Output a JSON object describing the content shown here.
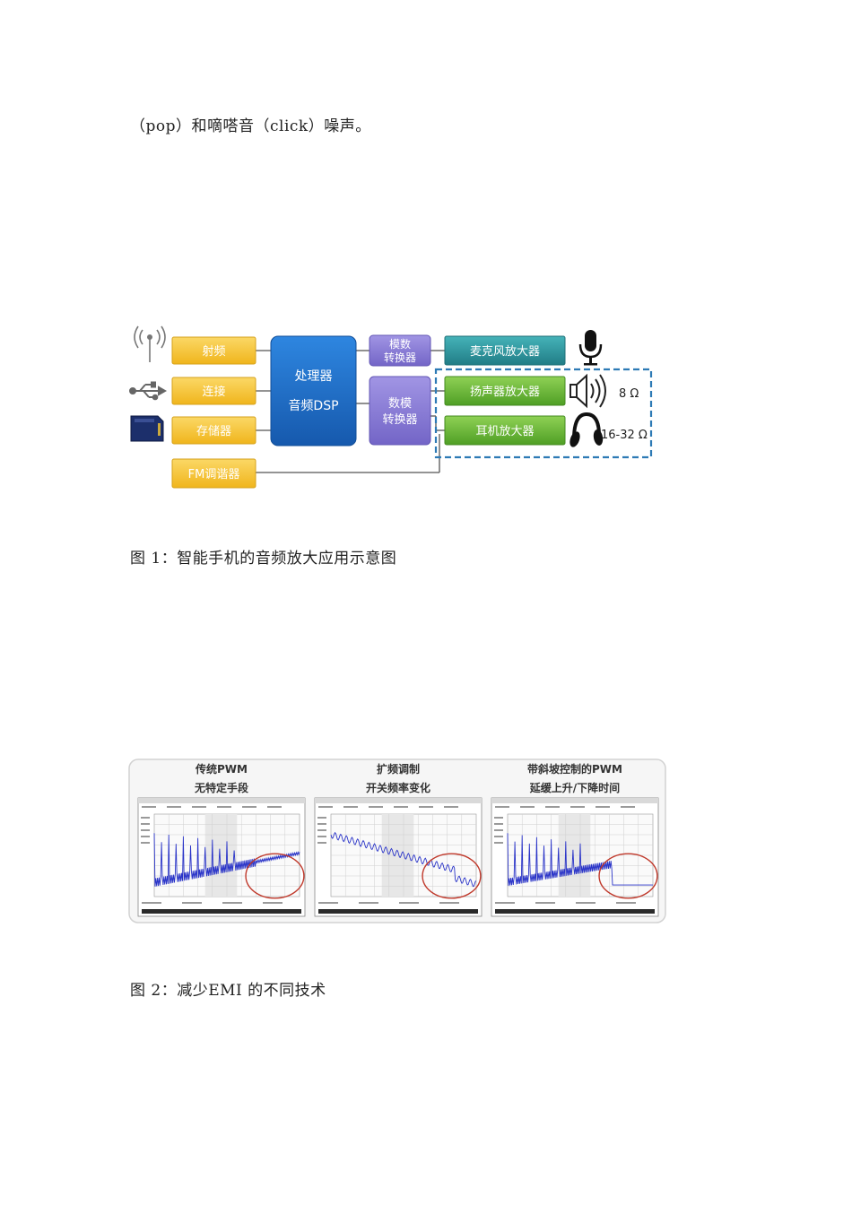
{
  "paragraph_tail": "（pop）和嘀嗒音（click）噪声。",
  "figure1": {
    "caption": "图 1：智能手机的音频放大应用示意图",
    "left_boxes": [
      "射频",
      "连接",
      "存储器",
      "FM调谐器"
    ],
    "dsp": {
      "line1": "处理器",
      "line2": "音频DSP"
    },
    "adc": {
      "line1": "模数",
      "line2": "转换器"
    },
    "dac": {
      "line1": "数模",
      "line2": "转换器"
    },
    "amps": [
      "麦克风放大器",
      "扬声器放大器",
      "耳机放大器"
    ],
    "loads": {
      "speaker": "8 Ω",
      "headphone": "16-32 Ω"
    },
    "icons": [
      "antenna-icon",
      "usb-icon",
      "sd-card-icon",
      "microphone-icon",
      "speaker-icon",
      "headphone-icon"
    ],
    "colors": {
      "yellow": "#f7c83a",
      "blue": "#1f6fc8",
      "purple": "#8b7fd6",
      "teal": "#2e9aa2",
      "green": "#6bbd3a",
      "dash": "#2d7ab5"
    }
  },
  "figure2": {
    "caption": "图 2：减少EMI 的不同技术",
    "panels": [
      {
        "title1": "传统PWM",
        "title2": "无特定手段"
      },
      {
        "title1": "扩频调制",
        "title2": "开关频率变化"
      },
      {
        "title1": "带斜坡控制的PWM",
        "title2": "延缓上升/下降时间"
      }
    ],
    "colors": {
      "trace": "#2a34c8",
      "circle": "#c0392b"
    }
  }
}
